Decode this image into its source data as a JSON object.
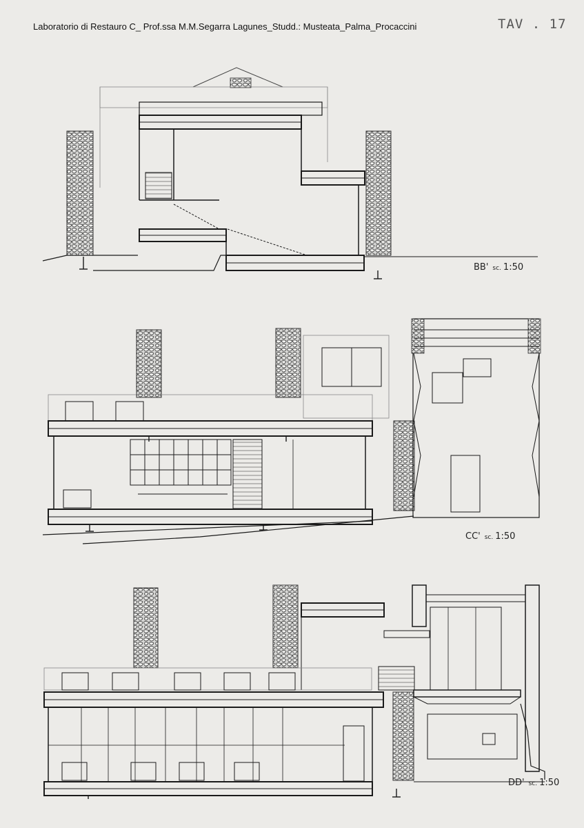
{
  "header": {
    "title": "Laboratorio di Restauro C_ Prof.ssa M.M.Segarra Lagunes_Studd.: Musteata_Palma_Procaccini",
    "sheet_number": "TAV . 17"
  },
  "sections": [
    {
      "id": "BB",
      "name": "BB'",
      "scale_prefix": "sc.",
      "scale": "1:50"
    },
    {
      "id": "CC",
      "name": "CC'",
      "scale_prefix": "sc.",
      "scale": "1:50"
    },
    {
      "id": "DD",
      "name": "DD'",
      "scale_prefix": "sc.",
      "scale": "1:50"
    }
  ],
  "colors": {
    "paper": "#ecebe8",
    "line": "#1a1a1a",
    "light_line": "#777777",
    "stone": "#cfcfcf"
  }
}
